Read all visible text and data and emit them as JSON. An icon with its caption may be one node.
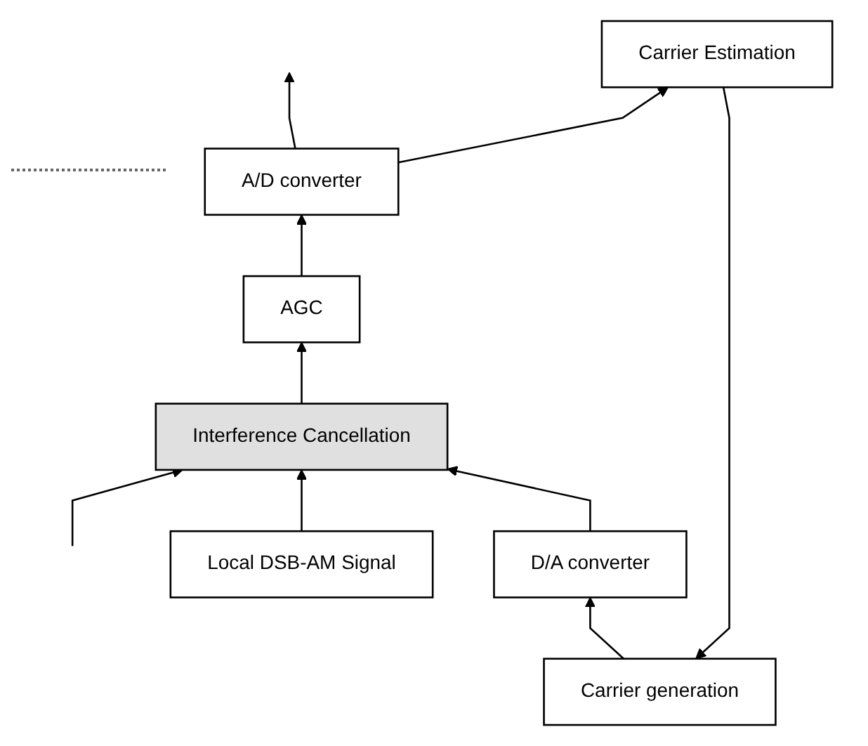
{
  "diagram": {
    "nodes": [
      {
        "text": [
          "Carrier generation"
        ]
      },
      {
        "text": [
          "Carrier Estimation"
        ]
      },
      {
        "text": [
          "D/A converter"
        ]
      },
      {
        "text": [
          "A/D converter"
        ]
      },
      {
        "text": [
          "AGC"
        ]
      },
      {
        "text": [
          "Interference Cancellation"
        ]
      },
      {
        "text": [
          "Local DSB-AM Signal"
        ]
      }
    ],
    "edges": [
      {
        "from": null,
        "to": 5,
        "arrow": "to"
      },
      {
        "from": 6,
        "to": 5,
        "arrow": "to"
      },
      {
        "from": 2,
        "to": 5,
        "arrow": "to"
      },
      {
        "from": 5,
        "to": 4,
        "arrow": "to"
      },
      {
        "from": 4,
        "to": 3,
        "arrow": "to"
      },
      {
        "from": 3,
        "to": null,
        "arrow": "to"
      },
      {
        "from": 3,
        "to": 1,
        "arrow": "to"
      },
      {
        "from": 1,
        "to": 0,
        "arrow": "to"
      },
      {
        "from": 0,
        "to": 2,
        "arrow": "to"
      }
    ]
  }
}
